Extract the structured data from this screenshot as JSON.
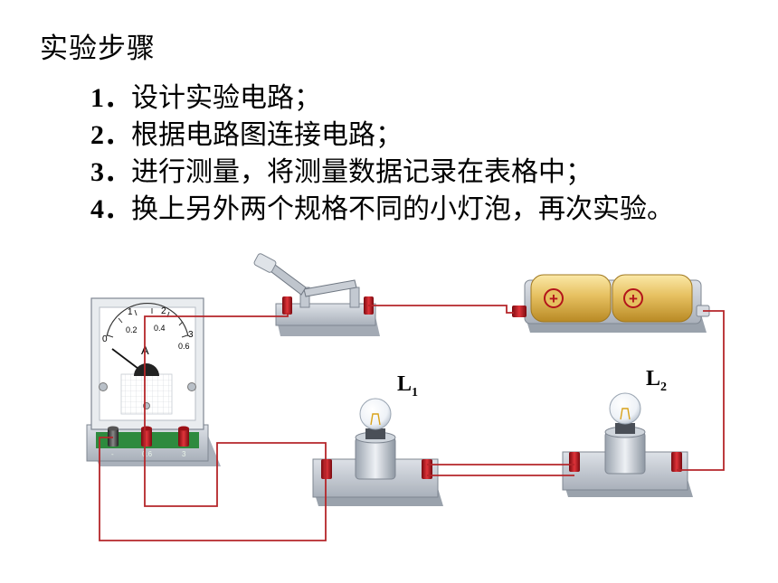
{
  "heading": "实验步骤",
  "steps": [
    {
      "num": "1．",
      "text": "设计实验电路；"
    },
    {
      "num": "2．",
      "text": "根据电路图连接电路；"
    },
    {
      "num": "3．",
      "text": "进行测量，将测量数据记录在表格中；"
    },
    {
      "num": "4．",
      "text": "换上另外两个规格不同的小灯泡，再次实验。"
    }
  ],
  "ammeter": {
    "unit_symbol": "A",
    "top_scale": [
      "0",
      "1",
      "2",
      "3"
    ],
    "bottom_scale": [
      "0.2",
      "0.4",
      "0.6"
    ],
    "terminal_labels": [
      "-",
      "0.6",
      "3"
    ]
  },
  "bulb1": {
    "letter": "L",
    "subscript": "1"
  },
  "bulb2": {
    "letter": "L",
    "subscript": "2"
  },
  "battery": {
    "cell_symbol": "+",
    "cells": 2
  },
  "colors": {
    "wire": "#b5262a",
    "terminal_red": "#c0141c",
    "base": "#c9ced6",
    "battery_gold": "#e6c060",
    "meter_panel": "#2e8a3e"
  }
}
